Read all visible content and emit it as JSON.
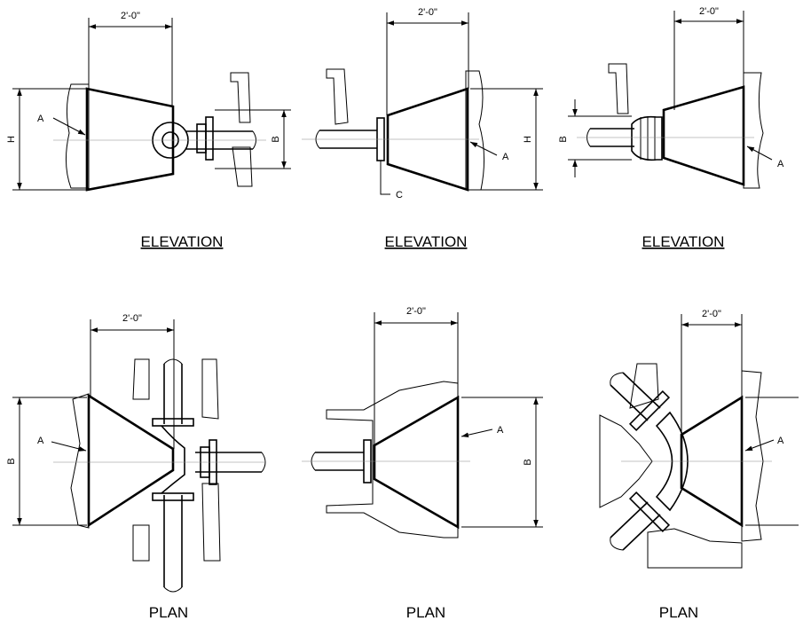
{
  "dims": {
    "width": "2'-0\"",
    "h": "H",
    "b": "B",
    "a": "A",
    "c": "C"
  },
  "views": [
    {
      "title": "ELEVATION"
    },
    {
      "title": "ELEVATION"
    },
    {
      "title": "ELEVATION"
    },
    {
      "title": "PLAN"
    },
    {
      "title": "PLAN"
    },
    {
      "title": "PLAN"
    }
  ]
}
